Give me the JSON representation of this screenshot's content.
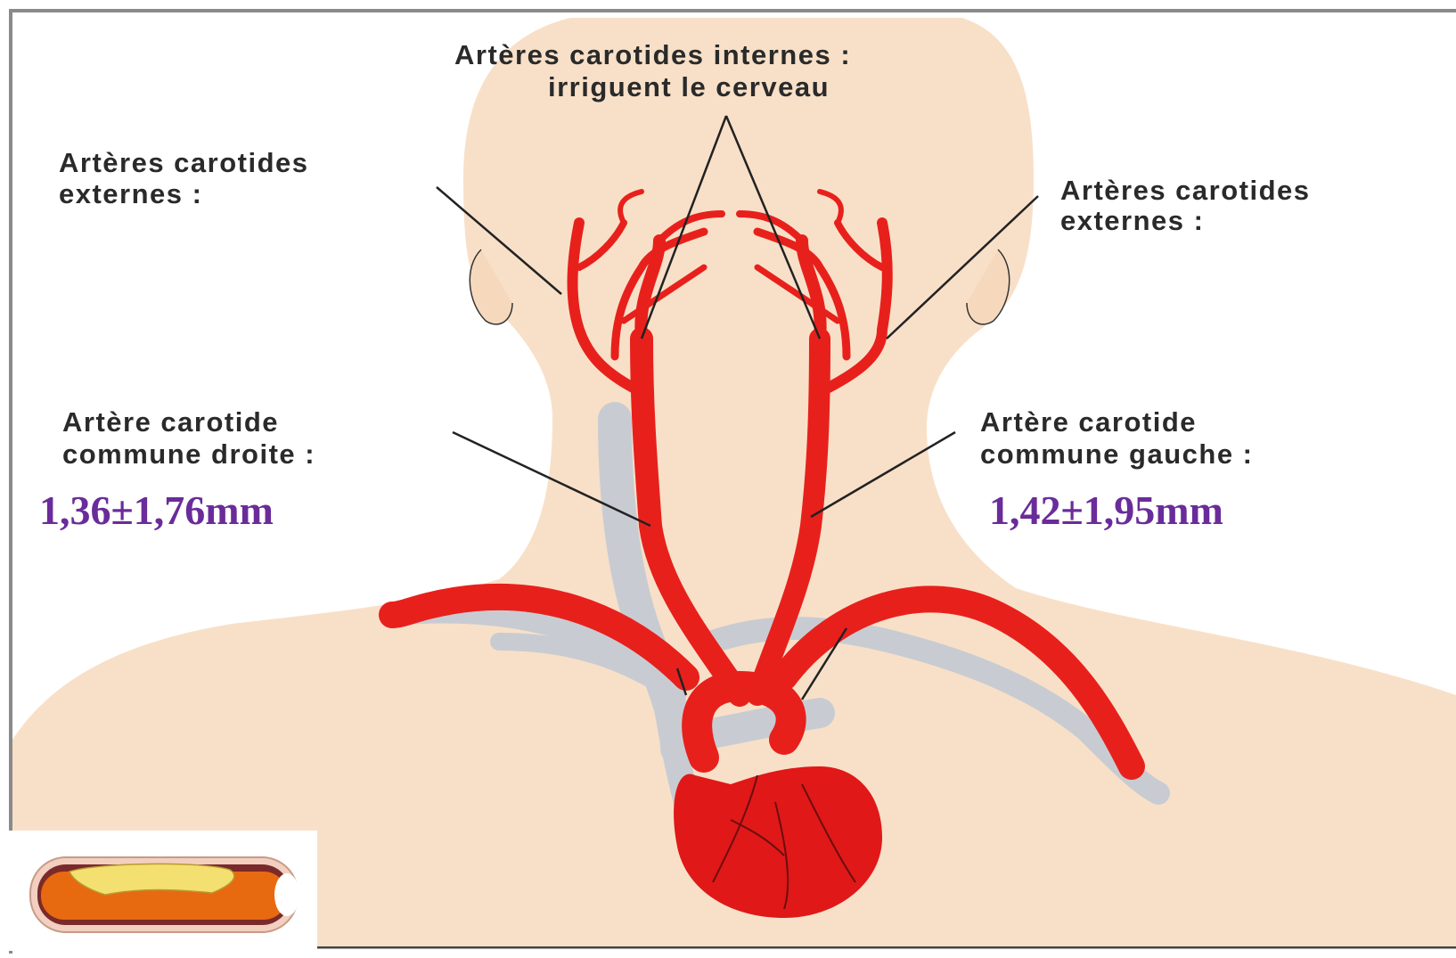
{
  "labels": {
    "internal_line1": "Artères carotides internes :",
    "internal_line2": "irriguent le cerveau",
    "ext_right_line1": "Artères carotides",
    "ext_right_line2": "externes :",
    "ext_left_line1": "Artères carotides",
    "ext_left_line2": "externes :",
    "common_right_line1": "Artère carotide",
    "common_right_line2": "commune droite :",
    "common_left_line1": "Artère carotide",
    "common_left_line2": "commune gauche :"
  },
  "measurements": {
    "right": "1,36±1,76mm",
    "left": "1,42±1,95mm"
  },
  "colors": {
    "skin": "#f8e0c8",
    "artery": "#e8201c",
    "vein": "#c8ccd2",
    "measurement_text": "#6a2c9a",
    "label_text": "#2a2a2a",
    "plaque": "#f4e070"
  }
}
